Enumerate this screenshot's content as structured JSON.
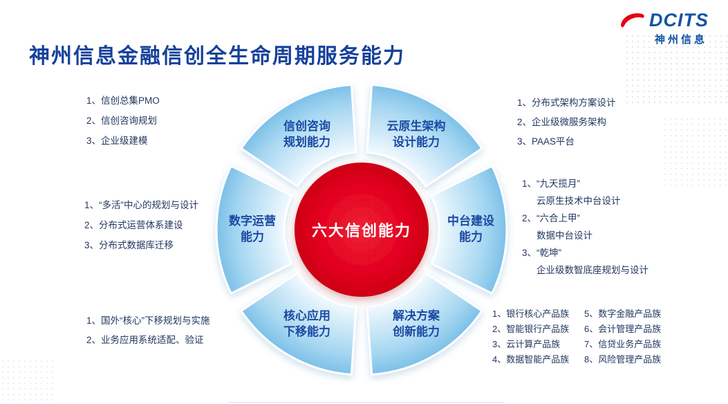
{
  "slide": {
    "title": "神州信息金融信创全生命周期服务能力"
  },
  "logo": {
    "brand": "DCITS",
    "company": "神州信息"
  },
  "diagram": {
    "center_label": "六大信创能力",
    "segments": [
      {
        "name": "信创咨询规划能力",
        "line1": "信创咨询",
        "line2": "规划能力"
      },
      {
        "name": "云原生架构设计能力",
        "line1": "云原生架构",
        "line2": "设计能力"
      },
      {
        "name": "中台建设能力",
        "line1": "中台建设",
        "line2": "能力"
      },
      {
        "name": "解决方案创新能力",
        "line1": "解决方案",
        "line2": "创新能力"
      },
      {
        "name": "核心应用下移能力",
        "line1": "核心应用",
        "line2": "下移能力"
      },
      {
        "name": "数字运营能力",
        "line1": "数字运营",
        "line2": "能力"
      }
    ]
  },
  "lists": {
    "consulting": [
      "1、信创总集PMO",
      "2、信创咨询规划",
      "3、企业级建模"
    ],
    "cloud_native": [
      "1、分布式架构方案设计",
      "2、企业级微服务架构",
      "3、PAAS平台"
    ],
    "digital_operation": [
      "1、“多活”中心的规划与设计",
      "2、分布式运营体系建设",
      "3、分布式数据库迁移"
    ],
    "middle_platform": [
      {
        "text": "1、“九天揽月”",
        "sub": false
      },
      {
        "text": "云原生技术中台设计",
        "sub": true
      },
      {
        "text": "2、“六合上甲”",
        "sub": false
      },
      {
        "text": "数据中台设计",
        "sub": true
      },
      {
        "text": "3、“乾坤”",
        "sub": false
      },
      {
        "text": "企业级数智底座规划与设计",
        "sub": true
      }
    ],
    "core_migration": [
      "1、国外“核心”下移规划与实施",
      "2、业务应用系统适配、验证"
    ],
    "solution_col1": [
      "1、银行核心产品族",
      "2、智能银行产品族",
      "3、云计算产品族",
      "4、数据智能产品族"
    ],
    "solution_col2": [
      "5、数字金融产品族",
      "6、会计管理产品族",
      "7、信贷业务产品族",
      "8、风险管理产品族"
    ]
  },
  "colors": {
    "title_blue": "#16419b",
    "label_blue": "#1b4aa2",
    "segment_blue": "#7cc0e8",
    "center_red": "#e40020",
    "logo_blue": "#1454a4",
    "logo_red": "#e60012"
  }
}
